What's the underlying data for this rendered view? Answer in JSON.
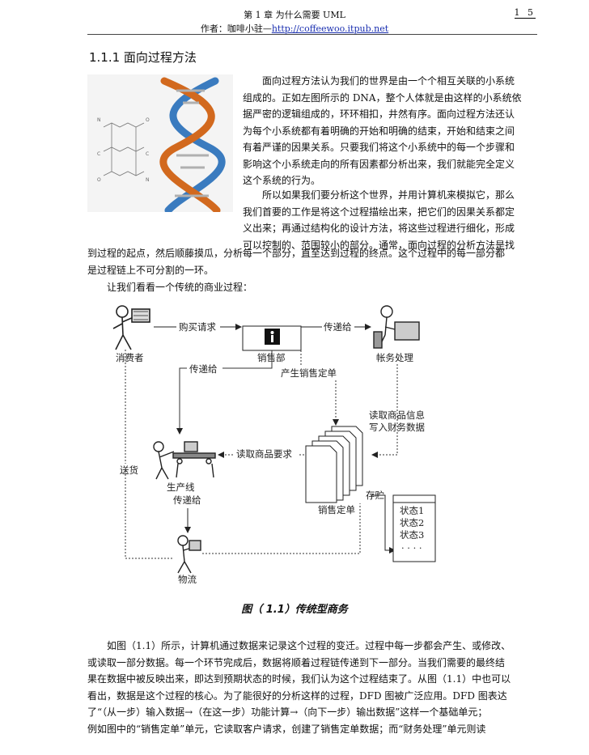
{
  "header": {
    "chapter": "第 1 章     为什么需要 UML",
    "page_number": "1 5",
    "author_prefix": "作者：咖啡小驻—",
    "author_link": "http://coffeewoo.itpub.net"
  },
  "section_title": "1.1.1 面向过程方法",
  "paragraphs": {
    "p1_lines": [
      "面向过程方法认为我们的世界是由一个个相互关联的小系统",
      "组成的。正如左图所示的 DNA，整个人体就是由这样的小系统依",
      "据严密的逻辑组成的，环环相扣，井然有序。面向过程方法还认",
      "为每个小系统都有着明确的开始和明确的结束，开始和结束之间",
      "有着严谨的因果关系。只要我们将这个小系统中的每一个步骤和",
      "影响这个小系统走向的所有因素都分析出来，我们就能完全定义",
      "这个系统的行为。"
    ],
    "p2_lines": [
      "所以如果我们要分析这个世界，并用计算机来模拟它，那么",
      "我们首要的工作是将这个过程描绘出来，把它们的因果关系都定",
      "义出来；再通过结构化的设计方法，将这些过程进行细化，形成",
      "可以控制的、范围较小的部分。通常，面向过程的分析方法是找"
    ],
    "p2_full_lines": [
      "到过程的起点，然后顺藤摸瓜，分析每一个部分，直至达到过程的终点。这个过程中的每一部分都",
      "是过程链上不可分割的一环。"
    ],
    "p3": "让我们看看一个传统的商业过程：",
    "p4_lines": [
      "如图（1.1）所示，计算机通过数据来记录这个过程的变迁。过程中每一步都会产生、或修改、",
      "或读取一部分数据。每一个环节完成后，数据将顺着过程链传递到下一部分。当我们需要的最终结",
      "果在数据中被反映出来，即达到预期状态的时候，我们认为这个过程结束了。从图（1.1）中也可以",
      "看出，数据是这个过程的核心。为了能很好的分析这样的过程，DFD 图被广泛应用。DFD 图表达",
      "了“（从一步）输入数据→（在这一步）功能计算→（向下一步）输出数据”这样一个基础单元；",
      "例如图中的“销售定单”单元，它读取客户请求，创建了销售定单数据；而“财务处理”单元则读"
    ]
  },
  "figure": {
    "consumer": "消费者",
    "sales_dept": "销售部",
    "accounting": "帐务处理",
    "purchase_request": "购买请求",
    "pass_to": "传递给",
    "create_order": "产生销售定单",
    "read_goods_info": "读取商品信息",
    "write_finance": "写入财务数据",
    "read_goods_req": "读取商品要求",
    "production_line": "生产线",
    "delivery": "送货",
    "sales_order": "销售定单",
    "store": "存贮",
    "states": [
      "状态1",
      "状态2",
      "状态3",
      "· · · ·"
    ],
    "logistics": "物流",
    "caption": "图（ 1.1）传统型商务"
  }
}
